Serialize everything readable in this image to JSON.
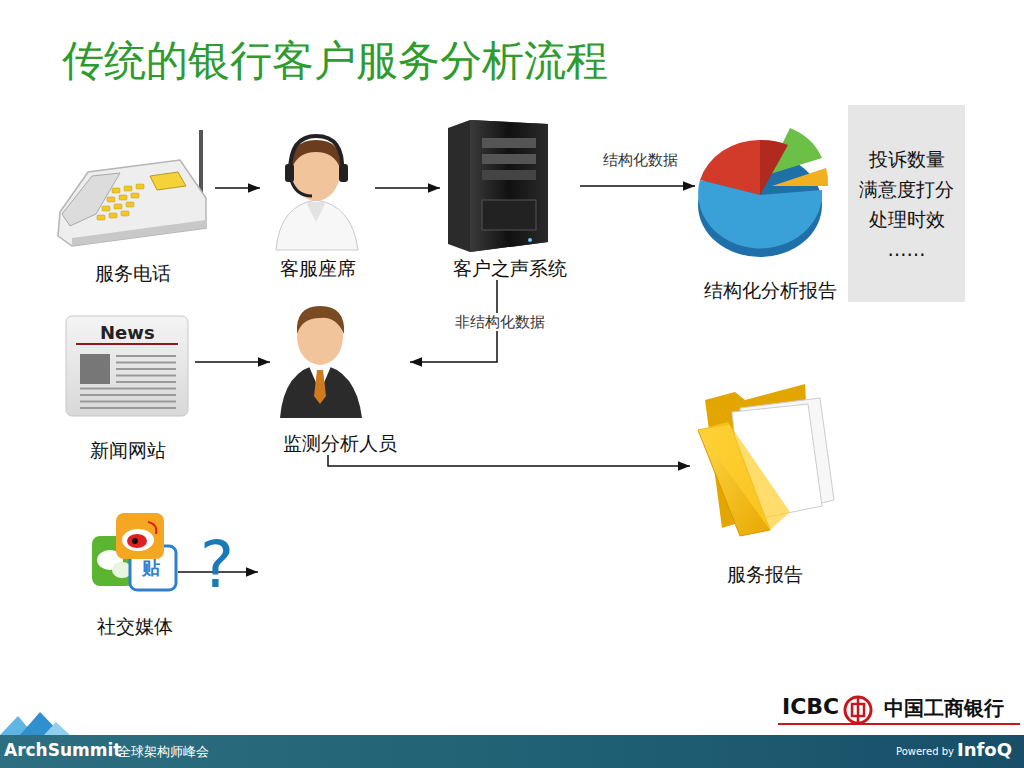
{
  "diagram": {
    "title": "传统的银行客户服务分析流程",
    "nodes": [
      {
        "text": [
          "服务电话"
        ]
      },
      {
        "text": [
          "客服座席"
        ]
      },
      {
        "text": [
          "客户之声系统"
        ]
      },
      {
        "text": [
          "结构化分析报告"
        ]
      },
      {
        "text": [
          "投诉数量",
          "满意度打分",
          "处理时效",
          "……"
        ]
      },
      {
        "text": [
          "新闻网站"
        ]
      },
      {
        "text": [
          "监测分析人员"
        ]
      },
      {
        "text": [
          "服务报告"
        ]
      },
      {
        "text": [
          "社交媒体"
        ]
      }
    ],
    "edges": [
      {
        "from": 0,
        "to": 1,
        "arrow": "to"
      },
      {
        "from": 1,
        "to": 2,
        "arrow": "to"
      },
      {
        "from": 2,
        "to": 3,
        "label": "结构化数据",
        "arrow": "to"
      },
      {
        "from": 2,
        "to": 6,
        "label": "非结构化数据",
        "arrow": "to"
      },
      {
        "from": 5,
        "to": 6,
        "arrow": "to"
      },
      {
        "from": 6,
        "to": 7,
        "arrow": "to"
      }
    ],
    "labels": [
      "News",
      "贴",
      "?",
      "ICBC",
      "中国工商银行",
      "ArchSummit",
      "全球架构师峰会",
      "Powered by",
      "InfoQ"
    ]
  }
}
